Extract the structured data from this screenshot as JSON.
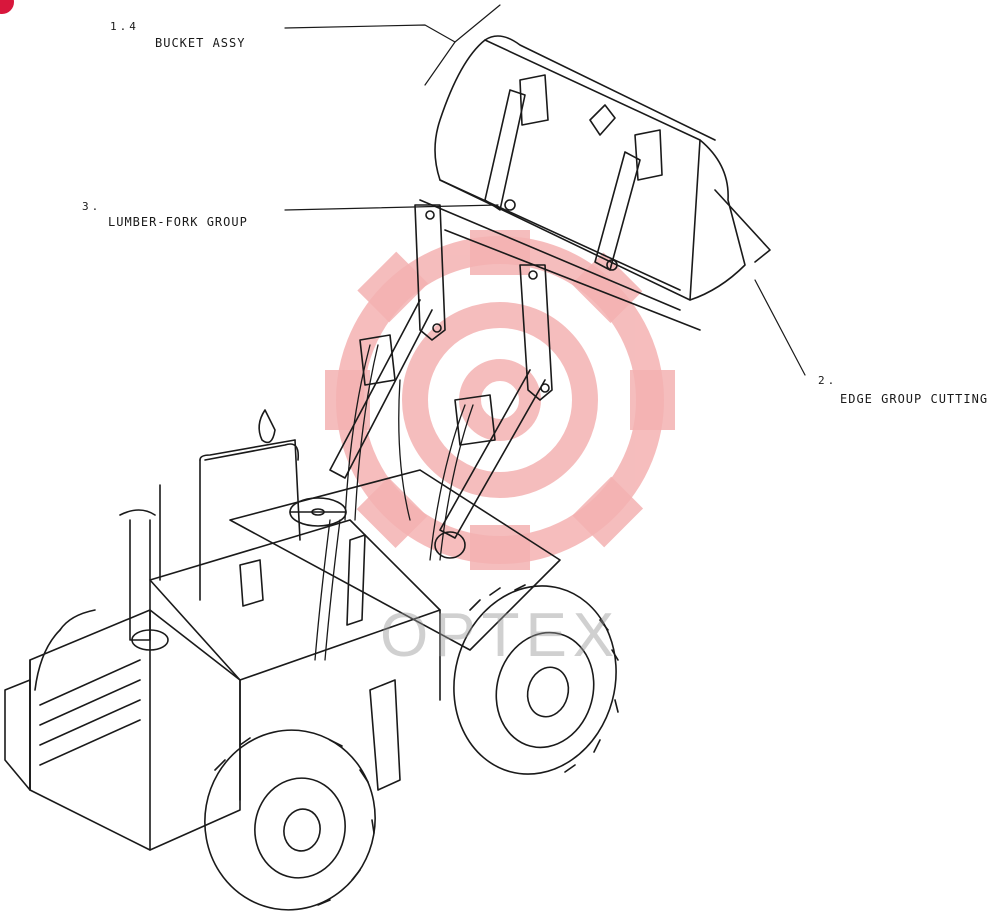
{
  "colors": {
    "ink": "#1a1a1a",
    "watermark": "#f4b2b2",
    "badge": "#d8173c"
  },
  "watermark_text": "OPTEX",
  "callouts": {
    "bucket": {
      "number": "1.4",
      "label": "BUCKET ASSY"
    },
    "lumber_fork": {
      "number": "3.",
      "label": "LUMBER-FORK GROUP"
    },
    "edge": {
      "number": "2.",
      "label": "EDGE GROUP CUTTING"
    }
  }
}
